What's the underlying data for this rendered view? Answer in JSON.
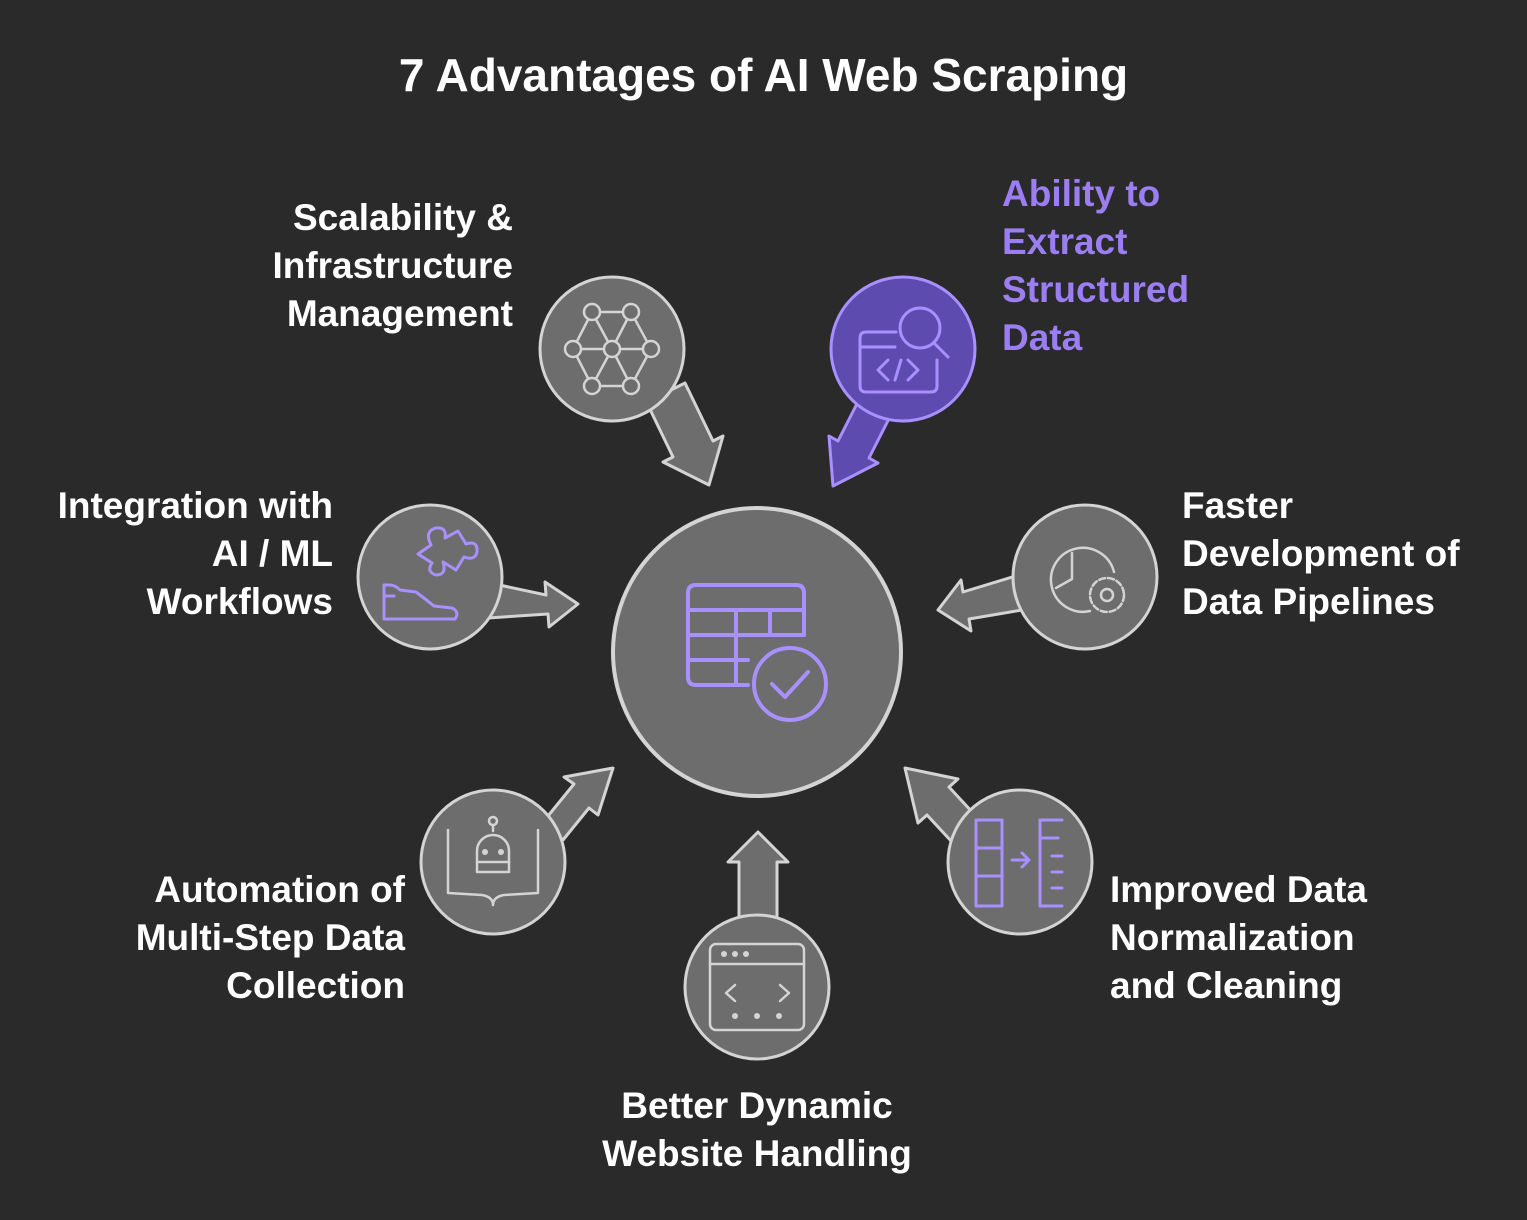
{
  "title": "7 Advantages of AI Web Scraping",
  "colors": {
    "background": "#2a2a2a",
    "circle_fill": "#6d6d6d",
    "outline": "#d4d4d4",
    "icon": "#a990ff",
    "accent_fill": "#5e4bb0",
    "accent_outline": "#a990ff",
    "accent_text": "#9b7ff2"
  },
  "center": {
    "icon": "table-check-icon"
  },
  "advantages": [
    {
      "id": "scalability",
      "lines": [
        "Scalability &",
        "Infrastructure",
        "Management"
      ],
      "icon": "network-graph-icon",
      "highlighted": false
    },
    {
      "id": "structured",
      "lines": [
        "Ability to",
        "Extract",
        "Structured",
        "Data"
      ],
      "icon": "code-search-icon",
      "highlighted": true
    },
    {
      "id": "faster",
      "lines": [
        "Faster",
        "Development of",
        "Data Pipelines"
      ],
      "icon": "clock-gear-icon",
      "highlighted": false
    },
    {
      "id": "normalization",
      "lines": [
        "Improved Data",
        "Normalization",
        "and Cleaning"
      ],
      "icon": "columns-transform-icon",
      "highlighted": false
    },
    {
      "id": "dynamic",
      "lines": [
        "Better Dynamic",
        "Website Handling"
      ],
      "icon": "browser-code-icon",
      "highlighted": false
    },
    {
      "id": "automation",
      "lines": [
        "Automation of",
        "Multi-Step Data",
        "Collection"
      ],
      "icon": "robot-book-icon",
      "highlighted": false
    },
    {
      "id": "integration",
      "lines": [
        "Integration with",
        "AI / ML",
        "Workflows"
      ],
      "icon": "puzzle-hand-icon",
      "highlighted": false
    }
  ]
}
